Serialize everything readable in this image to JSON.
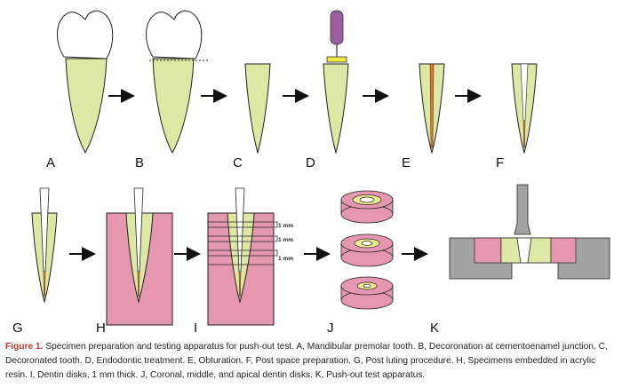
{
  "figure": {
    "panel_labels": [
      "A",
      "B",
      "C",
      "D",
      "E",
      "F",
      "G",
      "H",
      "I",
      "J",
      "K"
    ],
    "mm_labels": [
      "1 mm",
      "1 mm",
      "1 mm"
    ]
  },
  "caption": {
    "label": "Figure 1.",
    "text": "Specimen preparation and testing apparatus for push-out test. A, Mandibular premolar tooth. B, Decoronation at cementoenamel junction. C, Decoronated tooth. D, Endodontic treatment. E, Obturation. F, Post space preparation. G, Post luting procedure. H, Specimens embedded in acrylic resin. I, Dentin disks, 1 mm thick. J, Coronal, middle, and apical dentin disks. K, Push-out test apparatus."
  },
  "colors": {
    "dentin": "#dde8a4",
    "resin": "#e597b0",
    "gutta_percha": "#e07a2a",
    "post": "#ffffff",
    "handpiece": "#9a5ea0",
    "plate": "#f2e640",
    "apparatus": "#a3a3a3",
    "caption_label": "#c0392b"
  }
}
